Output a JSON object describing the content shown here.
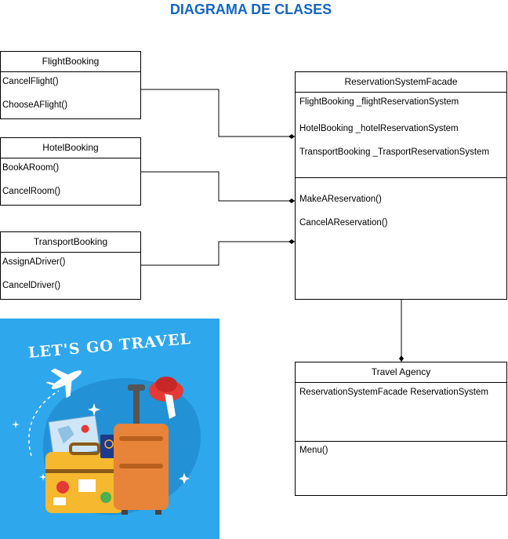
{
  "title": "DIAGRAMA DE CLASES",
  "classes": {
    "flight": {
      "name": "FlightBooking",
      "methods": [
        "CancelFlight()",
        "ChooseAFlight()"
      ]
    },
    "hotel": {
      "name": "HotelBooking",
      "methods": [
        "BookARoom()",
        "CancelRoom()"
      ]
    },
    "transport": {
      "name": "TransportBooking",
      "methods": [
        "AssignADriver()",
        "CancelDriver()"
      ]
    },
    "facade": {
      "name": "ReservationSystemFacade",
      "attributes": [
        "FlightBooking  _flightReservationSystem",
        "HotelBooking  _hotelReservationSystem",
        "TransportBooking  _TrasportReservationSystem"
      ],
      "methods": [
        "MakeAReservation()",
        "CancelAReservation()"
      ]
    },
    "agency": {
      "name": "Travel Agency",
      "attributes": [
        "ReservationSystemFacade  ReservationSystem"
      ],
      "methods": [
        "Menu()"
      ]
    }
  },
  "illustration": {
    "text": "LET'S GO TRAVEL",
    "background": "#2fa7ec",
    "icons": [
      "airplane-icon",
      "suitcase-icon",
      "sun-hat-icon",
      "passport-icon",
      "map-icon"
    ]
  },
  "colors": {
    "title": "#1565c0",
    "line": "#000000"
  }
}
